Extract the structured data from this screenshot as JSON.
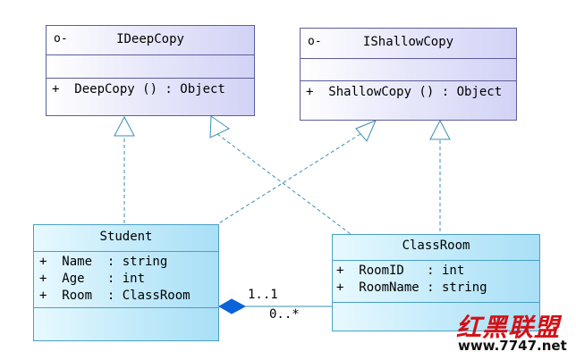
{
  "interfaces": [
    {
      "id": "ideepcopy",
      "marker": "o-",
      "name": "IDeepCopy",
      "operations": [
        "+  DeepCopy () : Object"
      ]
    },
    {
      "id": "ishallowcopy",
      "marker": "o-",
      "name": "IShallowCopy",
      "operations": [
        "+  ShallowCopy () : Object"
      ]
    }
  ],
  "classes": [
    {
      "id": "student",
      "name": "Student",
      "attributes": [
        "+  Name  : string",
        "+  Age   : int",
        "+  Room  : ClassRoom"
      ]
    },
    {
      "id": "classroom",
      "name": "ClassRoom",
      "attributes": [
        "+  RoomID   : int",
        "+  RoomName : string"
      ]
    }
  ],
  "association": {
    "multiplicity_student_end": "1..1",
    "multiplicity_classroom_end": "0..*"
  },
  "watermark": {
    "text": "红黑联盟",
    "url": "www.7747.net"
  },
  "colors": {
    "interface_border": "#5d5d9c",
    "class_border": "#4aa0c4",
    "line": "#3a8fb5",
    "watermark_red": "#d31016"
  }
}
